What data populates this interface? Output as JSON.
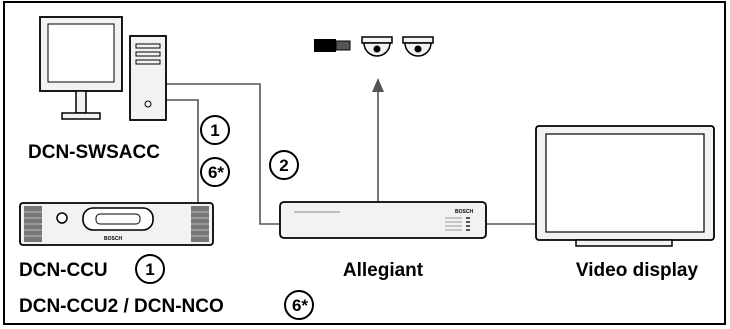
{
  "labels": {
    "dcn_swsacc": "DCN-SWSACC",
    "dcn_ccu": "DCN-CCU",
    "dcn_ccu2_nco": "DCN-CCU2 / DCN-NCO",
    "allegiant": "Allegiant",
    "video_display": "Video display"
  },
  "markers": {
    "one_a": "1",
    "six_star_a": "6*",
    "two": "2",
    "one_b": "1",
    "six_star_b": "6*"
  },
  "device_text": {
    "ccu_brand": "BOSCH",
    "allegiant_brand": "BOSCH"
  },
  "colors": {
    "stroke": "#000000",
    "line": "#555555",
    "device_fill": "#f2f2f2",
    "grille": "#777777"
  }
}
